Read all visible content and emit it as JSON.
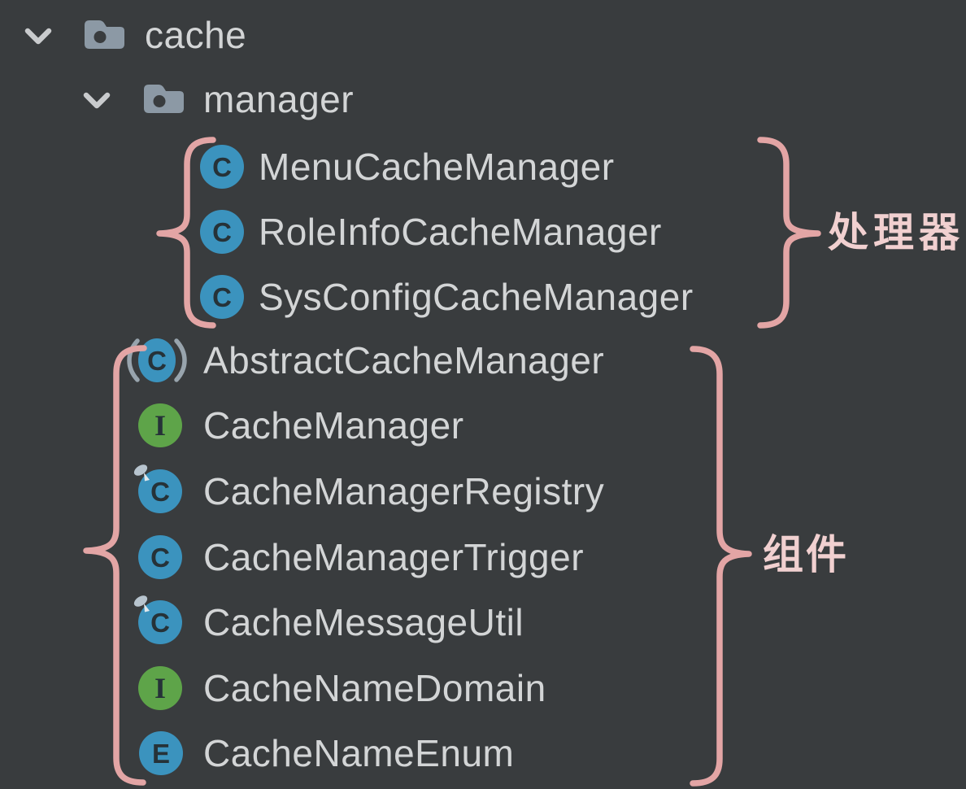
{
  "tree": {
    "rows": [
      {
        "label": "cache",
        "type": "folder",
        "expanded": true
      },
      {
        "label": "manager",
        "type": "folder",
        "expanded": true
      },
      {
        "label": "MenuCacheManager",
        "type": "class",
        "badge": "C"
      },
      {
        "label": "RoleInfoCacheManager",
        "type": "class",
        "badge": "C"
      },
      {
        "label": "SysConfigCacheManager",
        "type": "class",
        "badge": "C"
      },
      {
        "label": "AbstractCacheManager",
        "type": "abstract-class",
        "badge": "C"
      },
      {
        "label": "CacheManager",
        "type": "interface",
        "badge": "I"
      },
      {
        "label": "CacheManagerRegistry",
        "type": "pinned-class",
        "badge": "C"
      },
      {
        "label": "CacheManagerTrigger",
        "type": "class",
        "badge": "C"
      },
      {
        "label": "CacheMessageUtil",
        "type": "pinned-class",
        "badge": "C"
      },
      {
        "label": "CacheNameDomain",
        "type": "interface",
        "badge": "I"
      },
      {
        "label": "CacheNameEnum",
        "type": "enum",
        "badge": "E"
      }
    ]
  },
  "annotations": {
    "handlers_label": "处理器",
    "components_label": "组件"
  },
  "colors": {
    "background": "#393C3E",
    "row_text": "#D3D5D6",
    "folder_icon": "#8C99A5",
    "chevron": "#C9CBCD",
    "class_icon_blue": "#3B93BE",
    "interface_icon_green": "#5EA449",
    "badge_letter": "#263238",
    "abstract_parens": "#98A4AD",
    "pin_head": "#B7C4CE",
    "brace_pink": "#E3A5A5",
    "annotation_label_pink": "#F1D0D0"
  }
}
